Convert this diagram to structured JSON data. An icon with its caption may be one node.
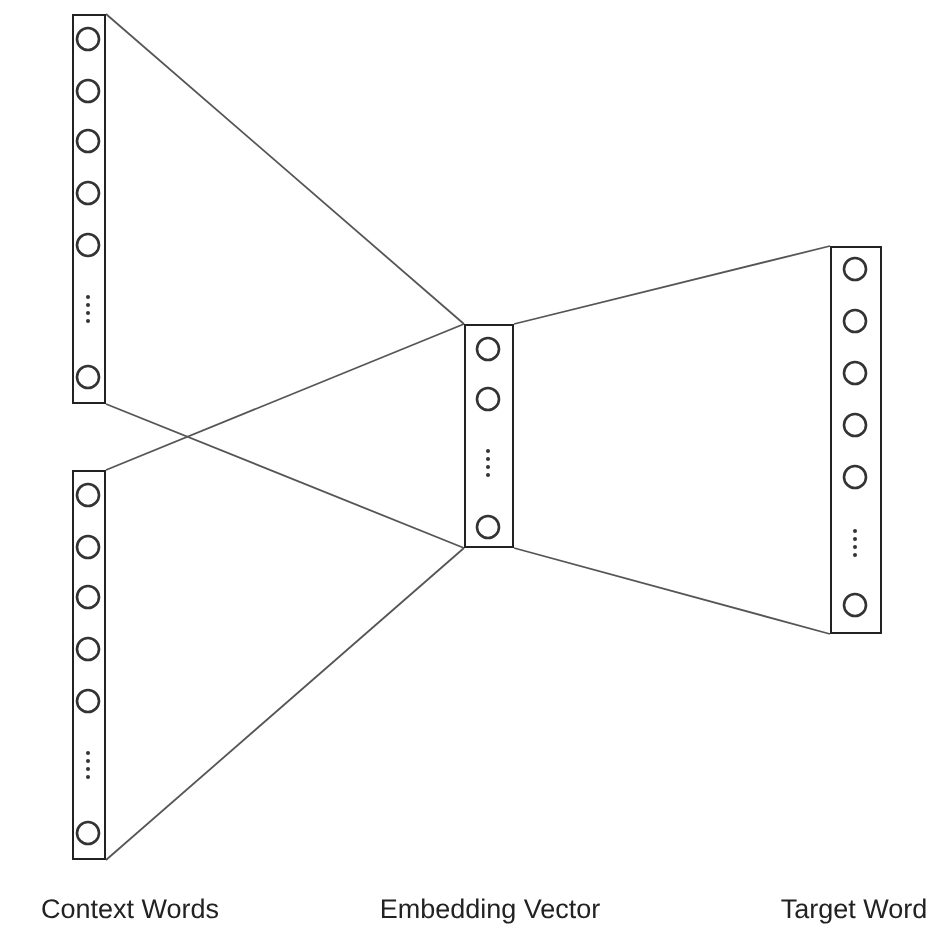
{
  "diagram": {
    "nodes": [
      {
        "text": [],
        "shape": "box"
      },
      {
        "text": [],
        "shape": "box"
      },
      {
        "text": [],
        "shape": "box"
      },
      {
        "text": [],
        "shape": "box"
      }
    ],
    "edges": [
      {
        "from": 0,
        "to": 2,
        "arrow": "none"
      },
      {
        "from": 0,
        "to": 2,
        "arrow": "none"
      },
      {
        "from": 1,
        "to": 2,
        "arrow": "none"
      },
      {
        "from": 1,
        "to": 2,
        "arrow": "none"
      },
      {
        "from": 2,
        "to": 3,
        "arrow": "none"
      },
      {
        "from": 2,
        "to": 3,
        "arrow": "none"
      }
    ],
    "labels": [
      "Context Words",
      "Embedding Vector",
      "Target Word"
    ]
  }
}
